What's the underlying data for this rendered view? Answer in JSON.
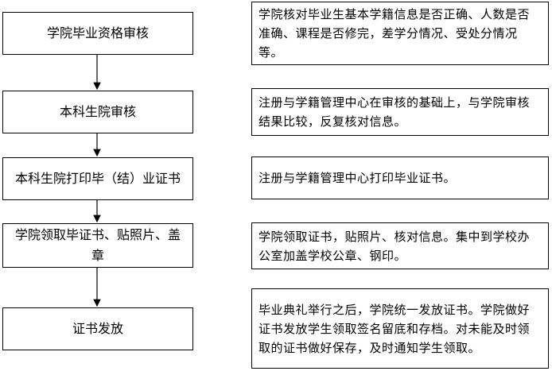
{
  "steps": [
    {
      "label": "学院毕业资格审核"
    },
    {
      "label": "本科生院审核"
    },
    {
      "label": "本科生院打印毕（结）业证书"
    },
    {
      "label": "学院领取毕证书、贴照片、盖章"
    },
    {
      "label": "证书发放"
    }
  ],
  "notes": [
    {
      "text": "学院核对毕业生基本学籍信息是否正确、人数是否准确、课程是否修完，差学分情况、受处分情况等。"
    },
    {
      "text": "注册与学籍管理中心在审核的基础上，与学院审核结果比较，反复核对信息。"
    },
    {
      "text": "注册与学籍管理中心打印毕业证书。"
    },
    {
      "text": "学院领取证书，贴照片、核对信息。集中到学校办公室加盖学校公章、钢印。"
    },
    {
      "text": "毕业典礼举行之后，学院统一发放证书。学院做好证书发放学生领取签名留底和存档。对未能及时领取的证书做好保存，及时通知学生领取。"
    }
  ]
}
